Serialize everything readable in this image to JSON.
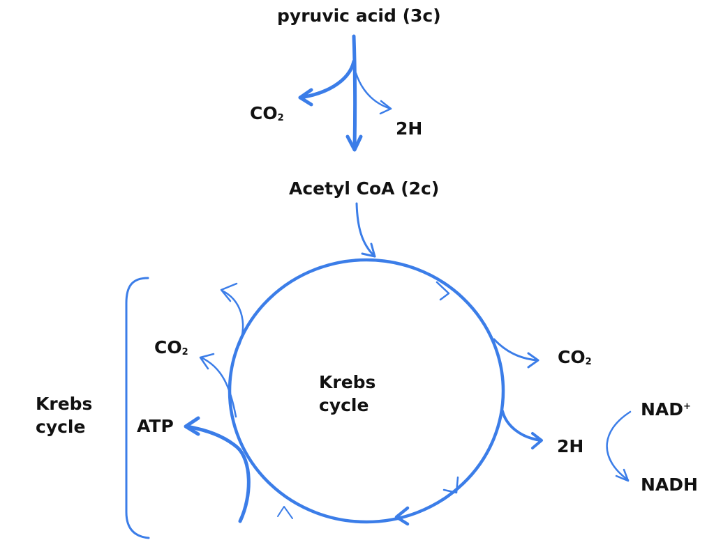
{
  "labels": {
    "pyruvic": "pyruvic acid (3c)",
    "co2_top": {
      "base": "CO",
      "sub": "2"
    },
    "two_h_top": "2H",
    "acetyl": "Acetyl CoA (2c)",
    "krebs_side": {
      "line1": "Krebs",
      "line2": "cycle"
    },
    "krebs_center": {
      "line1": "Krebs",
      "line2": "cycle"
    },
    "co2_left": {
      "base": "CO",
      "sub": "2"
    },
    "atp": "ATP",
    "co2_right": {
      "base": "CO",
      "sub": "2"
    },
    "two_h_right": "2H",
    "nad_plus": {
      "base": "NAD",
      "sup": "+"
    },
    "nadh": "NADH"
  },
  "colors": {
    "arrow": "#3b7de8",
    "text": "#111111",
    "background": "#ffffff"
  }
}
